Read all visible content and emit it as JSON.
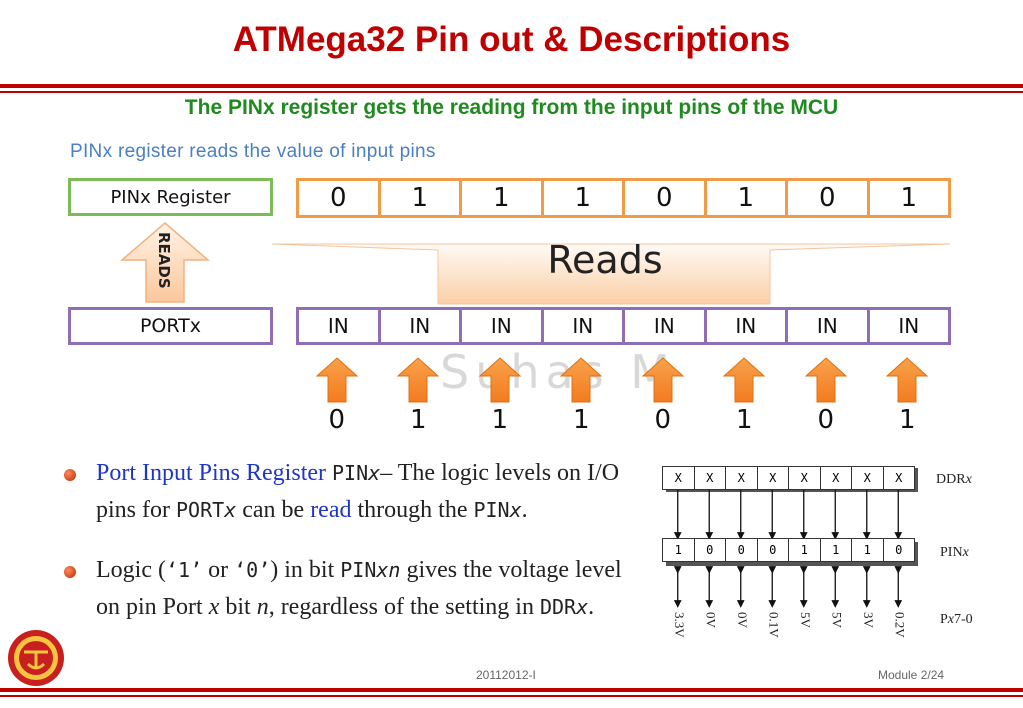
{
  "slide": {
    "title": "ATMega32 Pin out & Descriptions",
    "subtitle": "The PINx register gets the reading from the input pins of the MCU",
    "footer_left": "20112012-I",
    "footer_right": "Module 2/24"
  },
  "diagram": {
    "caption": "PINx register reads the value of input pins",
    "pinx_label": "PINx Register",
    "portx_label": "PORTx",
    "reads_vertical": "READS",
    "reads_main": "Reads",
    "watermark": "Suhas M",
    "pin_bits": [
      "0",
      "1",
      "1",
      "1",
      "0",
      "1",
      "0",
      "1"
    ],
    "port_cells": [
      "IN",
      "IN",
      "IN",
      "IN",
      "IN",
      "IN",
      "IN",
      "IN"
    ],
    "input_bits": [
      "0",
      "1",
      "1",
      "1",
      "0",
      "1",
      "0",
      "1"
    ]
  },
  "bullets": {
    "b1": {
      "term": "Port Input Pins Register",
      "code1": "PIN",
      "code1_var": "x",
      "text1": "– The logic levels on I/O pins for",
      "code2": "PORT",
      "code2_var": "x",
      "text2": "can be",
      "read_word": "read",
      "text3": "through the",
      "code3": "PIN",
      "code3_var": "x",
      "end": "."
    },
    "b2": {
      "text1": "Logic (",
      "q1": "‘1’",
      "or": "or",
      "q0": "‘0’",
      "text2": ") in bit",
      "code1": "PIN",
      "code1_var": "xn",
      "text3": "gives the voltage level on pin Port",
      "var_x": "x",
      "text4": "bit",
      "var_n": "n",
      "text5": ", regardless of the setting in",
      "code2": "DDR",
      "code2_var": "x",
      "end": "."
    }
  },
  "register_figure": {
    "ddr_cells": [
      "X",
      "X",
      "X",
      "X",
      "X",
      "X",
      "X",
      "X"
    ],
    "pin_cells": [
      "1",
      "0",
      "0",
      "0",
      "1",
      "1",
      "1",
      "0"
    ],
    "ddr_label": "DDR",
    "ddr_label_var": "x",
    "pin_label": "PIN",
    "pin_label_var": "x",
    "port_label": "P",
    "port_label_var": "x",
    "port_label_suffix": "7-0",
    "voltages": [
      "3.3V",
      "0V",
      "0V",
      "0.1V",
      "5V",
      "5V",
      "3V",
      "0.2V"
    ]
  },
  "colors": {
    "title": "#c00000",
    "subtitle": "#1f8a1f",
    "orange": "#f29b46",
    "purple": "#8e6fb6",
    "green": "#7dbb57",
    "highlight": "#1f35c8"
  },
  "icons": {
    "logo": "university-seal-icon",
    "up_arrow": "up-arrow-icon"
  }
}
